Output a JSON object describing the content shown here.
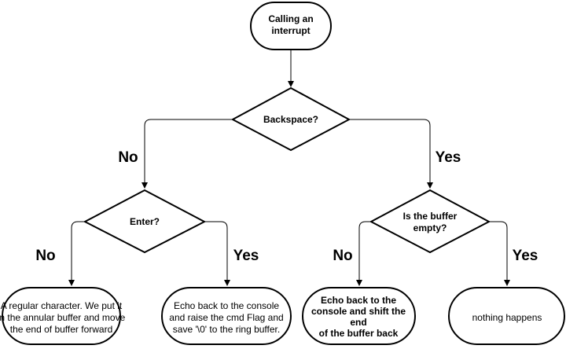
{
  "nodes": {
    "start": [
      "Calling an",
      "interrupt"
    ],
    "backspace": [
      "Backspace?"
    ],
    "enter": [
      "Enter?"
    ],
    "buffer_empty": [
      "Is the buffer",
      "empty?"
    ],
    "regular_char": [
      "A regular character. We put it",
      "in the annular buffer and move",
      "the end of buffer forward"
    ],
    "echo_cmd": [
      "Echo back to the console",
      "and raise the cmd Flag and",
      "save '\\0' to the ring buffer."
    ],
    "echo_shift": [
      "Echo back to the",
      "console and shift the",
      "end",
      "of the buffer back"
    ],
    "nothing": [
      "nothing happens"
    ]
  },
  "branches": {
    "backspace_no": "No",
    "backspace_yes": "Yes",
    "enter_no": "No",
    "enter_yes": "Yes",
    "buffer_no": "No",
    "buffer_yes": "Yes"
  },
  "colors": {
    "stroke": "#000000",
    "fill": "#ffffff"
  }
}
